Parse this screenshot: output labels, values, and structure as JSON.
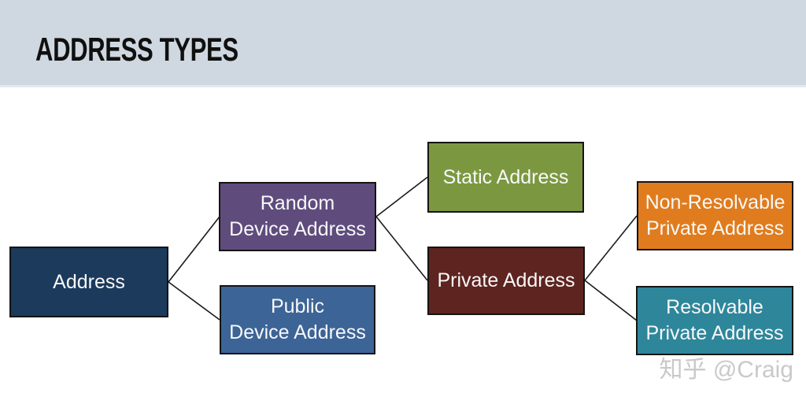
{
  "header": {
    "title": "ADDRESS TYPES",
    "band_color": "#cfd8e0"
  },
  "diagram": {
    "nodes": [
      {
        "id": "address",
        "lines": [
          "Address"
        ],
        "color": "#1b3a5c"
      },
      {
        "id": "random-device-address",
        "lines": [
          "Random",
          "Device Address"
        ],
        "color": "#5f4c7d"
      },
      {
        "id": "public-device-address",
        "lines": [
          "Public",
          "Device Address"
        ],
        "color": "#3c6496"
      },
      {
        "id": "static-address",
        "lines": [
          "Static Address"
        ],
        "color": "#7b9840"
      },
      {
        "id": "private-address",
        "lines": [
          "Private Address"
        ],
        "color": "#5e2420"
      },
      {
        "id": "non-resolvable-private-address",
        "lines": [
          "Non-Resolvable",
          "Private Address"
        ],
        "color": "#e07c1d"
      },
      {
        "id": "resolvable-private-address",
        "lines": [
          "Resolvable",
          "Private Address"
        ],
        "color": "#2e869b"
      }
    ],
    "edges": [
      {
        "from": "address",
        "to": "random-device-address"
      },
      {
        "from": "address",
        "to": "public-device-address"
      },
      {
        "from": "random-device-address",
        "to": "static-address"
      },
      {
        "from": "random-device-address",
        "to": "private-address"
      },
      {
        "from": "private-address",
        "to": "non-resolvable-private-address"
      },
      {
        "from": "private-address",
        "to": "resolvable-private-address"
      }
    ],
    "line_color": "#1a1a1a"
  },
  "watermark": {
    "text": "知乎 @Craig",
    "color": "#c9c9c9"
  }
}
